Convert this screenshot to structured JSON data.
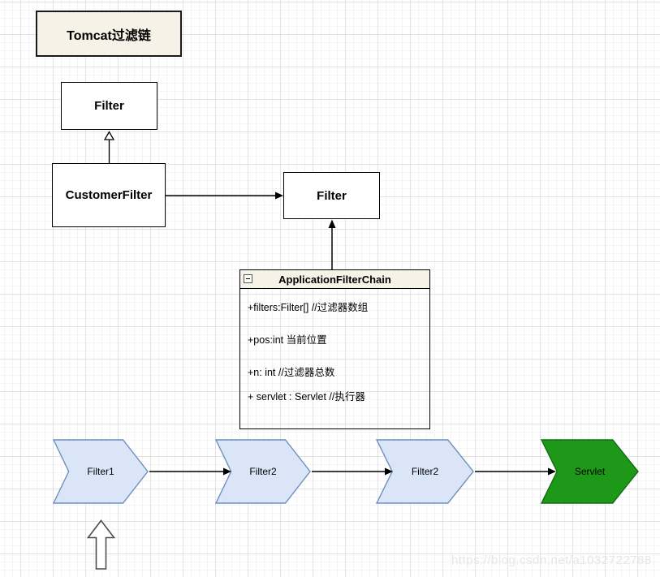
{
  "title_box": {
    "label": "Tomcat过滤链"
  },
  "uml": {
    "filter_base": {
      "label": "Filter"
    },
    "customer_filter": {
      "label": "CustomerFilter"
    },
    "filter_ref": {
      "label": "Filter"
    },
    "application_filter_chain": {
      "name": "ApplicationFilterChain",
      "collapse_icon": "minus-square-icon",
      "attributes": [
        "+filters:Filter[] //过滤器数组",
        "+pos:int 当前位置",
        "+n: int //过滤器总数",
        "+ servlet : Servlet //执行器"
      ]
    }
  },
  "chain": {
    "steps": [
      {
        "label": "Filter1",
        "fill": "#DAE6F8",
        "stroke": "#6C8EBF",
        "text_color": "#000000"
      },
      {
        "label": "Filter2",
        "fill": "#DAE6F8",
        "stroke": "#6C8EBF",
        "text_color": "#000000"
      },
      {
        "label": "Filter2",
        "fill": "#DAE6F8",
        "stroke": "#6C8EBF",
        "text_color": "#000000"
      },
      {
        "label": "Servlet",
        "fill": "#1E9818",
        "stroke": "#116D11",
        "text_color": "#000000"
      }
    ]
  },
  "watermark": {
    "text": "https://blog.csdn.net/a1032722788",
    "color": "#E6E6E6"
  },
  "colors": {
    "note_fill": "#F6F2E8",
    "box_border": "#000000",
    "grid_major": "#E3E3E3",
    "grid_minor": "#F4F4F4",
    "chevron_blue": "#DAE6F8",
    "chevron_blue_border": "#6C8EBF",
    "chevron_green": "#1E9818",
    "chevron_green_border": "#116D11"
  }
}
